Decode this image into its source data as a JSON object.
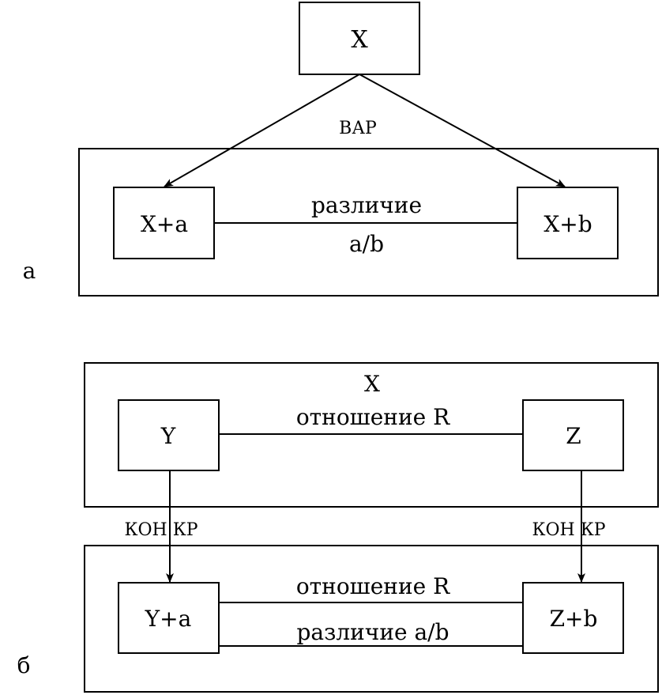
{
  "diagram_a": {
    "panel_label": "а",
    "top_node": "X",
    "arrow_label": "ВАР",
    "left_node": "X+a",
    "right_node": "X+b",
    "link_label_line1": "различие",
    "link_label_line2": "a/b"
  },
  "diagram_b": {
    "panel_label": "б",
    "top_group_label": "X",
    "top_link_label": "отношение R",
    "node_y": "Y",
    "node_z": "Z",
    "left_arrow_label": "КОН КР",
    "right_arrow_label": "КОН КР",
    "node_ya": "Y+a",
    "node_zb": "Z+b",
    "bottom_link_label_upper": "отношение R",
    "bottom_link_label_lower": "различие a/b"
  },
  "colors": {
    "stroke": "#000000",
    "background": "#ffffff"
  }
}
